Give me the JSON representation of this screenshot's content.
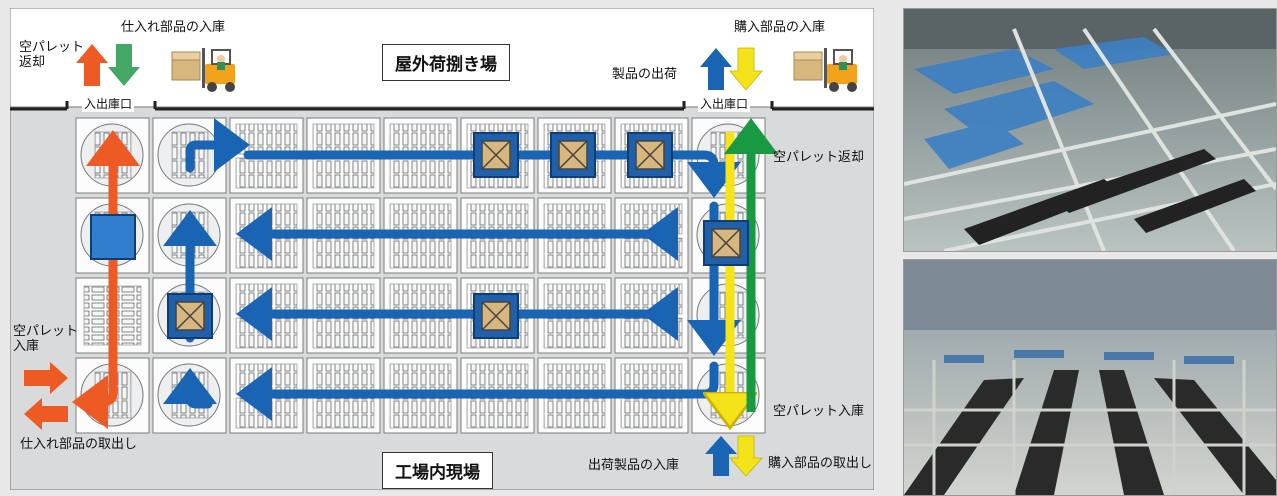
{
  "labels": {
    "outdoor_area": "屋外荷捌き場",
    "factory_floor": "工場内現場",
    "port_left": "入出庫口",
    "port_right": "入出庫口",
    "empty_pallet_return_top": "空パレット\n返却",
    "parts_in_top_left": "仕入れ部品の入庫",
    "purchased_parts_in": "購入部品の入庫",
    "product_shipping": "製品の出荷",
    "empty_pallet_return_right": "空パレット返却",
    "empty_pallet_in_left": "空パレット\n入庫",
    "parts_out_left": "仕入れ部品の取出し",
    "empty_pallet_in_right": "空パレット入庫",
    "shipping_products_in": "出荷製品の入庫",
    "purchased_parts_out": "購入部品の取出し"
  },
  "colors": {
    "background": "#e8e8e8",
    "floor": "#d9dadc",
    "outdoor": "#ffffff",
    "orange": "#ee5a24",
    "blue": "#1a64b4",
    "yellow": "#f5e31a",
    "green": "#199a42",
    "light_blue": "#2f7fcd",
    "cargo": "#d8b77f"
  },
  "photos": {
    "top_photo": "conveyor-storage-photo-top",
    "bottom_photo": "conveyor-storage-photo-bottom"
  }
}
